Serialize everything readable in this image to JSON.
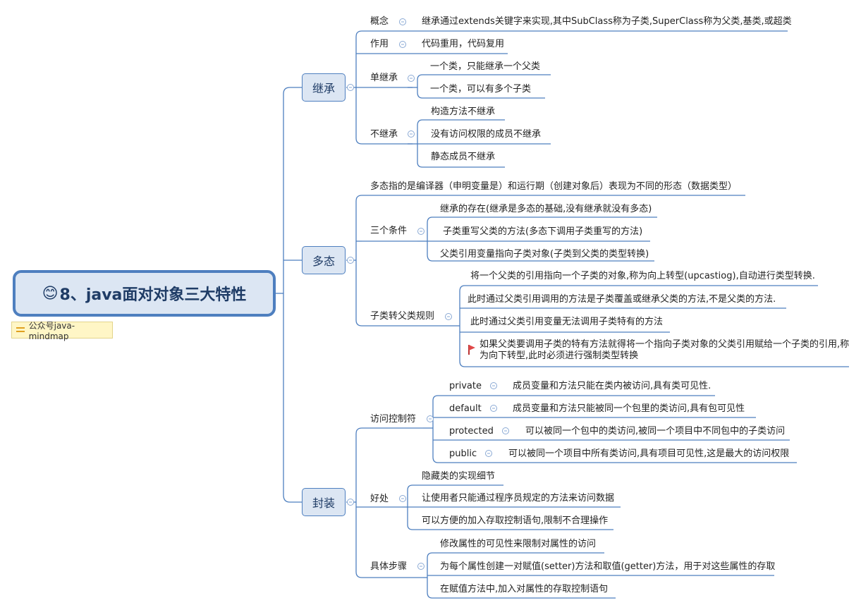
{
  "root": {
    "icon": "smile-emoji-icon",
    "title": "8、java面对对象三大特性"
  },
  "note": {
    "text": "公众号java-mindmap"
  },
  "inheritance": {
    "label": "继承",
    "concept": {
      "label": "概念",
      "text": "继承通过extends关键字来实现,其中SubClass称为子类,SuperClass称为父类,基类,或超类"
    },
    "purpose": {
      "label": "作用",
      "text": "代码重用，代码复用"
    },
    "single": {
      "label": "单继承",
      "items": [
        "一个类，只能继承一个父类",
        "一个类，可以有多个子类"
      ]
    },
    "not_inherited": {
      "label": "不继承",
      "items": [
        "构造方法不继承",
        "没有访问权限的成员不继承",
        "静态成员不继承"
      ]
    }
  },
  "polymorphism": {
    "label": "多态",
    "definition": "多态指的是编译器（申明变量是）和运行期（创建对象后）表现为不同的形态（数据类型）",
    "conditions": {
      "label": "三个条件",
      "items": [
        "继承的存在(继承是多态的基础,没有继承就没有多态)",
        "子类重写父类的方法(多态下调用子类重写的方法)",
        "父类引用变量指向子类对象(子类到父类的类型转换)"
      ]
    },
    "rules": {
      "label": "子类转父类规则",
      "items": [
        "将一个父类的引用指向一个子类的对象,称为向上转型(upcastiog),自动进行类型转换.",
        "此时通过父类引用调用的方法是子类覆盖或继承父类的方法,不是父类的方法.",
        "此时通过父类引用变量无法调用子类特有的方法",
        "如果父类要调用子类的特有方法就得将一个指向子类对象的父类引用赋给一个子类的引用,称为向下转型,此时必须进行强制类型转换"
      ],
      "flag_icon": "red-flag-icon"
    }
  },
  "encapsulation": {
    "label": "封装",
    "access": {
      "label": "访问控制符",
      "items": [
        {
          "name": "private",
          "desc": "成员变量和方法只能在类内被访问,具有类可见性."
        },
        {
          "name": "default",
          "desc": "成员变量和方法只能被同一个包里的类访问,具有包可见性"
        },
        {
          "name": "protected",
          "desc": "可以被同一个包中的类访问,被同一个项目中不同包中的子类访问"
        },
        {
          "name": "public",
          "desc": "可以被同一个项目中所有类访问,具有项目可见性,这是最大的访问权限"
        }
      ]
    },
    "benefits": {
      "label": "好处",
      "items": [
        "隐藏类的实现细节",
        "让使用者只能通过程序员规定的方法来访问数据",
        "可以方便的加入存取控制语句,限制不合理操作"
      ]
    },
    "steps": {
      "label": "具体步骤",
      "items": [
        "修改属性的可见性来限制对属性的访问",
        "为每个属性创建一对赋值(setter)方法和取值(getter)方法，用于对这些属性的存取",
        "在赋值方法中,加入对属性的存取控制语句"
      ]
    }
  }
}
